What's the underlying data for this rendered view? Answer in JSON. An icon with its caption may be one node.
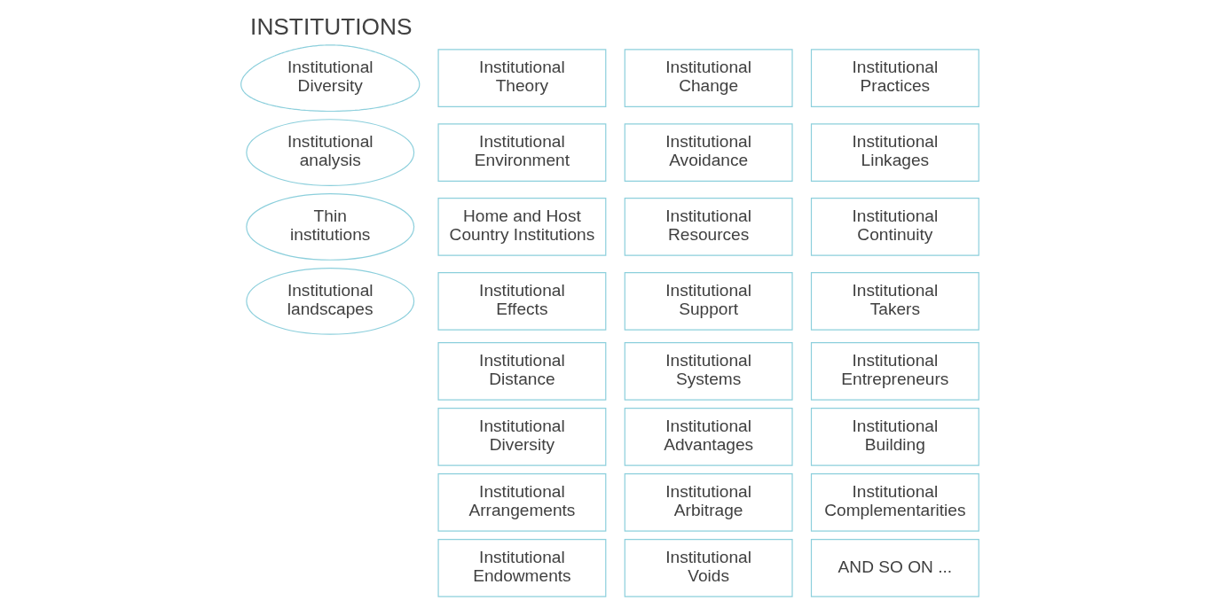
{
  "diagram": {
    "title": "INSTITUTIONS",
    "nodes": [
      {
        "text": [
          "Institutional Diversity"
        ]
      },
      {
        "text": [
          "Institutional analysis"
        ]
      },
      {
        "text": [
          "Thin institutions"
        ]
      },
      {
        "text": [
          "Institutional landscapes"
        ]
      },
      {
        "text": [
          "Institutional Theory"
        ]
      },
      {
        "text": [
          "Institutional Environment"
        ]
      },
      {
        "text": [
          "Home and Host Country Institutions"
        ]
      },
      {
        "text": [
          "Institutional Effects"
        ]
      },
      {
        "text": [
          "Institutional Distance"
        ]
      },
      {
        "text": [
          "Institutional Diversity"
        ]
      },
      {
        "text": [
          "Institutional Arrangements"
        ]
      },
      {
        "text": [
          "Institutional Endowments"
        ]
      },
      {
        "text": [
          "Institutional Change"
        ]
      },
      {
        "text": [
          "Institutional Avoidance"
        ]
      },
      {
        "text": [
          "Institutional Resources"
        ]
      },
      {
        "text": [
          "Institutional Support"
        ]
      },
      {
        "text": [
          "Institutional Systems"
        ]
      },
      {
        "text": [
          "Institutional Advantages"
        ]
      },
      {
        "text": [
          "Institutional Arbitrage"
        ]
      },
      {
        "text": [
          "Institutional Voids"
        ]
      },
      {
        "text": [
          "Institutional Practices"
        ]
      },
      {
        "text": [
          "Institutional Linkages"
        ]
      },
      {
        "text": [
          "Institutional Continuity"
        ]
      },
      {
        "text": [
          "Institutional Takers"
        ]
      },
      {
        "text": [
          "Institutional Entrepreneurs"
        ]
      },
      {
        "text": [
          "Institutional Building"
        ]
      },
      {
        "text": [
          "Institutional Complementarities"
        ]
      },
      {
        "text": [
          "AND SO ON ..."
        ]
      }
    ],
    "edges": []
  }
}
